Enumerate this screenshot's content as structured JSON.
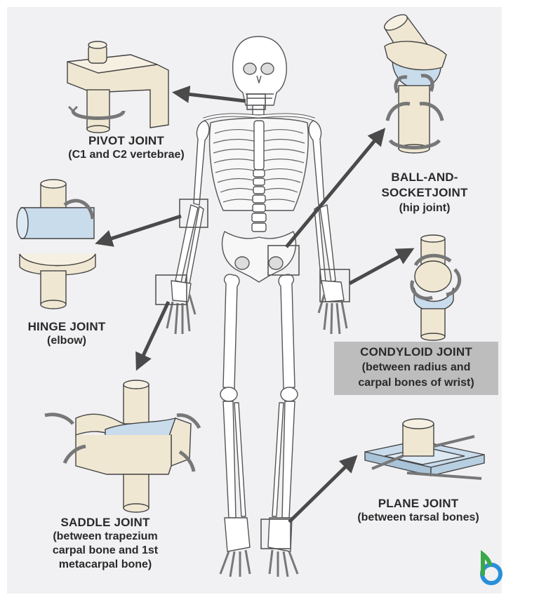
{
  "labels": {
    "pivot": {
      "title": "PIVOT JOINT",
      "sub": "(C1 and C2 vertebrae)"
    },
    "hinge": {
      "title": "HINGE JOINT",
      "sub": "(elbow)"
    },
    "saddle": {
      "title": "SADDLE JOINT",
      "sub1": "(between trapezium",
      "sub2": "carpal bone and 1st",
      "sub3": "metacarpal bone)"
    },
    "ball": {
      "title1": "BALL-AND-",
      "title2": "SOCKETJOINT",
      "sub": "(hip joint)"
    },
    "condyloid": {
      "title": "CONDYLOID JOINT",
      "sub1": "(between radius and",
      "sub2": "carpal bones of wrist)"
    },
    "plane": {
      "title": "PLANE JOINT",
      "sub": "(between tarsal bones)"
    }
  },
  "colors": {
    "background": "#f1f1f3",
    "bone_fill": "#ffffff",
    "bone_outline": "#555555",
    "joint_fill": "#efe7d2",
    "cartilage": "#c9dcec",
    "arrow": "#4a4a4a",
    "condyloid_box": "#bdbdbd",
    "logo_blue": "#2a8fd8",
    "logo_green": "#3aa84a"
  },
  "icons": [
    "skeleton",
    "pivot-joint-model",
    "hinge-joint-model",
    "saddle-joint-model",
    "ball-and-socket-joint-model",
    "condyloid-joint-model",
    "plane-joint-model",
    "logo"
  ]
}
